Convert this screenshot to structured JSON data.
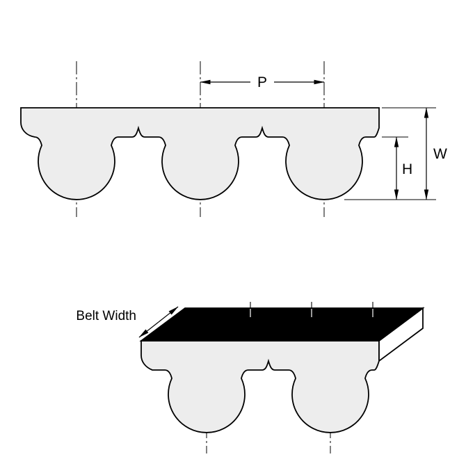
{
  "diagram": {
    "labels": {
      "pitch": "P",
      "belt_thickness": "W",
      "tooth_height": "H",
      "belt_width": "Belt Width"
    },
    "colors": {
      "outline": "#000000",
      "belt_fill": "#ededed",
      "top_surface_fill": "#000000",
      "background": "#ffffff"
    }
  }
}
